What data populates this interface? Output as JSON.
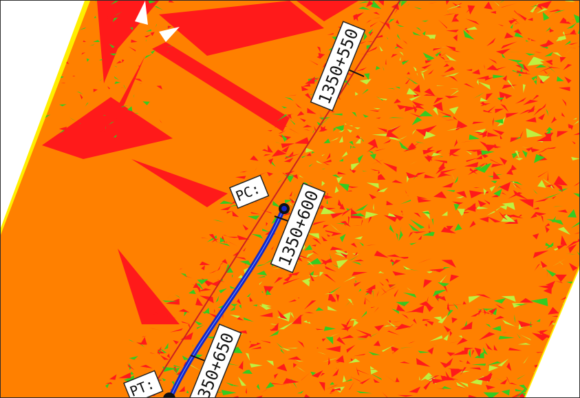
{
  "colors": {
    "background": "#ffffff",
    "boundary": "#ffee00",
    "orange_surface": "#ff8000",
    "red_surface": "#ff1a1a",
    "green_surface": "#33cc22",
    "lightgreen_surface": "#bff040",
    "alignment_highlight": "#1428c8",
    "alignment_line": "#cc2020",
    "marker": "#111111"
  },
  "stations": [
    {
      "id": "s550",
      "label": "1350+550"
    },
    {
      "id": "s600",
      "label": "1350+600"
    },
    {
      "id": "s650",
      "label": "350+650"
    }
  ],
  "points": [
    {
      "id": "pc",
      "label": "PC:"
    },
    {
      "id": "pt",
      "label": "PT:"
    }
  ]
}
